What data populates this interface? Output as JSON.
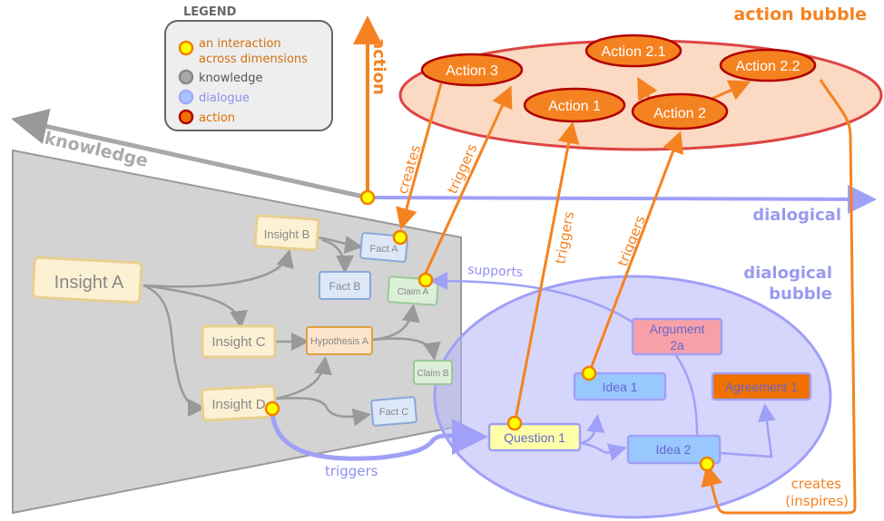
{
  "legend": {
    "title": "LEGEND",
    "items": [
      {
        "label_line1": "an interaction",
        "label_line2": "across dimensions",
        "color": "#ffff00",
        "stroke": "#f08000",
        "text_color": "#d07010"
      },
      {
        "label": "knowledge",
        "color": "#a8a8a8",
        "stroke": "#888888",
        "text_color": "#555555"
      },
      {
        "label": "dialogue",
        "color": "#a8c4ff",
        "stroke": "#a0a8ff",
        "text_color": "#9090ee"
      },
      {
        "label": "action",
        "color": "#f07000",
        "stroke": "#b00000",
        "text_color": "#e07000"
      }
    ]
  },
  "axes": {
    "action": "action",
    "knowledge": "knowledge",
    "dialogical": "dialogical"
  },
  "bubbles": {
    "action": "action bubble",
    "dialogical_line1": "dialogical",
    "dialogical_line2": "bubble"
  },
  "actions": [
    "Action 3",
    "Action 2.1",
    "Action 2.2",
    "Action 1",
    "Action 2"
  ],
  "knowledge_nodes": {
    "insight_a": "Insight A",
    "insight_b": "Insight B",
    "insight_c": "Insight C",
    "insight_d": "Insight D",
    "fact_a": "Fact A",
    "fact_b": "Fact B",
    "fact_c": "Fact C",
    "claim_a": "Claim A",
    "claim_b": "Claim B",
    "hypothesis_a": "Hypothesis A"
  },
  "dialog_nodes": {
    "argument_line1": "Argument",
    "argument_line2": "2a",
    "idea1": "Idea 1",
    "idea2": "Idea 2",
    "agreement1": "Agreement 1",
    "question1": "Question 1"
  },
  "edge_labels": {
    "creates": "creates",
    "triggers": "triggers",
    "supports": "supports",
    "creates2_line1": "creates",
    "creates2_line2": "(inspires)"
  },
  "colors": {
    "action_orange": "#f58220",
    "dialog_blue": "#a0a0f8",
    "knowledge_gray": "#a0a0a0"
  }
}
